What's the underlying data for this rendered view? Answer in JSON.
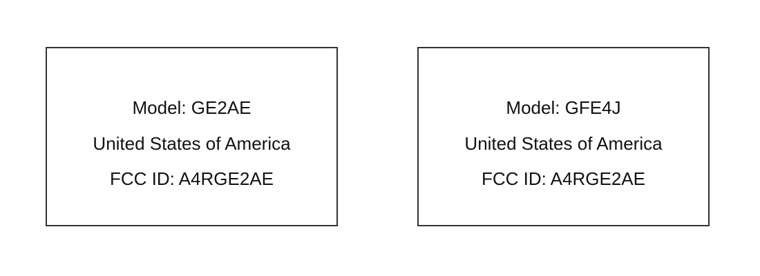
{
  "labels": [
    {
      "model": "Model: GE2AE",
      "country": "United States of America",
      "fcc_id": "FCC ID: A4RGE2AE"
    },
    {
      "model": "Model: GFE4J",
      "country": "United States of America",
      "fcc_id": "FCC ID: A4RGE2AE"
    }
  ]
}
